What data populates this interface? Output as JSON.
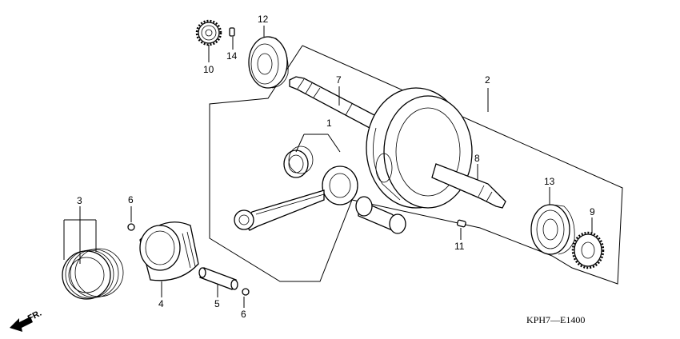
{
  "diagram": {
    "code": "KPH7—E1400",
    "front_label": "FR.",
    "callouts": [
      {
        "id": "c1",
        "text": "1"
      },
      {
        "id": "c2",
        "text": "2"
      },
      {
        "id": "c3",
        "text": "3"
      },
      {
        "id": "c4",
        "text": "4"
      },
      {
        "id": "c5",
        "text": "5"
      },
      {
        "id": "c6a",
        "text": "6"
      },
      {
        "id": "c6b",
        "text": "6"
      },
      {
        "id": "c7",
        "text": "7"
      },
      {
        "id": "c8",
        "text": "8"
      },
      {
        "id": "c9",
        "text": "9"
      },
      {
        "id": "c10",
        "text": "10"
      },
      {
        "id": "c11",
        "text": "11"
      },
      {
        "id": "c12",
        "text": "12"
      },
      {
        "id": "c13",
        "text": "13"
      },
      {
        "id": "c14",
        "text": "14"
      }
    ],
    "icons": {
      "front_arrow": "front-arrow-icon"
    }
  }
}
